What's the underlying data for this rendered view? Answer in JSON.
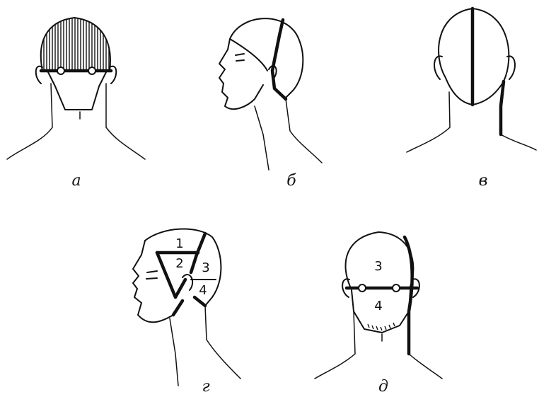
{
  "figures": [
    {
      "id": "a",
      "caption": "а"
    },
    {
      "id": "b",
      "caption": "б"
    },
    {
      "id": "v",
      "caption": "в"
    },
    {
      "id": "g",
      "caption": "г",
      "zones": [
        "1",
        "2",
        "3",
        "4"
      ]
    },
    {
      "id": "d",
      "caption": "д",
      "zones": [
        "3",
        "4"
      ]
    }
  ],
  "colors": {
    "ink": "#111111",
    "background": "#ffffff"
  }
}
